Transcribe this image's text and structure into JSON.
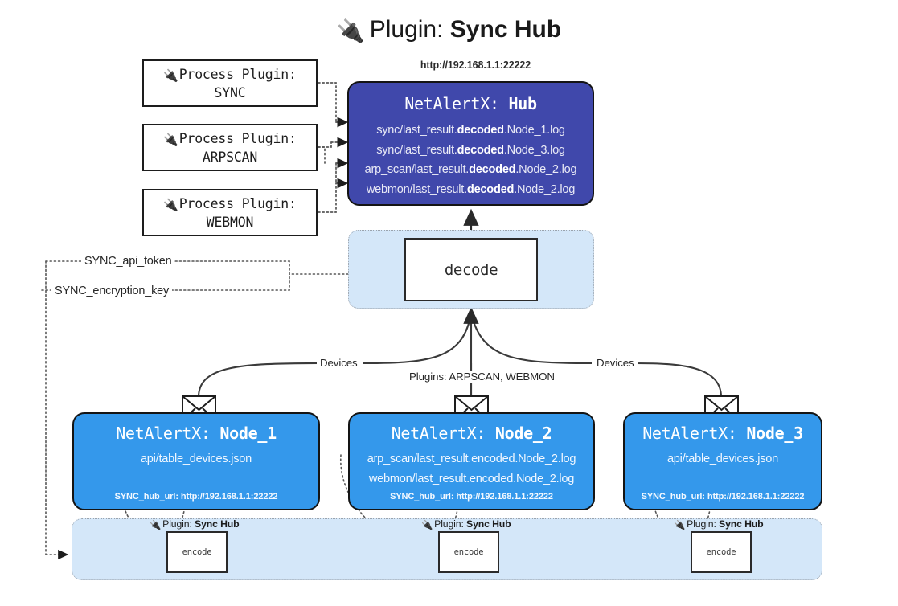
{
  "page": {
    "title_prefix": "Plugin:",
    "title_name": "Sync Hub",
    "plug_icon": "plug-icon",
    "colors": {
      "hub_fill": "#4048ab",
      "node_fill": "#3498eb",
      "container_fill": "#d4e7f9",
      "outline": "#141414",
      "background": "#ffffff"
    }
  },
  "process_plugins": [
    {
      "prefix": "Process Plugin:",
      "name": "SYNC"
    },
    {
      "prefix": "Process Plugin:",
      "name": "ARPSCAN"
    },
    {
      "prefix": "Process Plugin:",
      "name": "WEBMON"
    }
  ],
  "hub": {
    "url": "http://192.168.1.1:22222",
    "title_prefix": "NetAlertX:",
    "title_name": "Hub",
    "lines": [
      {
        "pre": "sync/last_result.",
        "em": "decoded",
        "post": ".Node_1.log"
      },
      {
        "pre": "sync/last_result.",
        "em": "decoded",
        "post": ".Node_3.log"
      },
      {
        "pre": "arp_scan/last_result.",
        "em": "decoded",
        "post": ".Node_2.log"
      },
      {
        "pre": "webmon/last_result.",
        "em": "decoded",
        "post": ".Node_2.log"
      }
    ]
  },
  "decode": {
    "label": "decode"
  },
  "config_labels": {
    "api_token": "SYNC_api_token",
    "encryption_key": "SYNC_encryption_key"
  },
  "edge_labels": {
    "devices_left": "Devices",
    "devices_right": "Devices",
    "plugins_center": "Plugins: ARPSCAN, WEBMON"
  },
  "nodes": [
    {
      "title_prefix": "NetAlertX:",
      "title_name": "Node_1",
      "lines": [
        "api/table_devices.json"
      ],
      "footer": "SYNC_hub_url: http://192.168.1.1:22222"
    },
    {
      "title_prefix": "NetAlertX:",
      "title_name": "Node_2",
      "lines": [
        "arp_scan/last_result.encoded.Node_2.log",
        "webmon/last_result.encoded.Node_2.log"
      ],
      "footer": "SYNC_hub_url: http://192.168.1.1:22222"
    },
    {
      "title_prefix": "NetAlertX:",
      "title_name": "Node_3",
      "lines": [
        "api/table_devices.json"
      ],
      "footer": "SYNC_hub_url: http://192.168.1.1:22222"
    }
  ],
  "encoders": [
    {
      "caption_prefix": "Plugin:",
      "caption_name": "Sync Hub",
      "label": "encode"
    },
    {
      "caption_prefix": "Plugin:",
      "caption_name": "Sync Hub",
      "label": "encode"
    },
    {
      "caption_prefix": "Plugin:",
      "caption_name": "Sync Hub",
      "label": "encode"
    }
  ]
}
